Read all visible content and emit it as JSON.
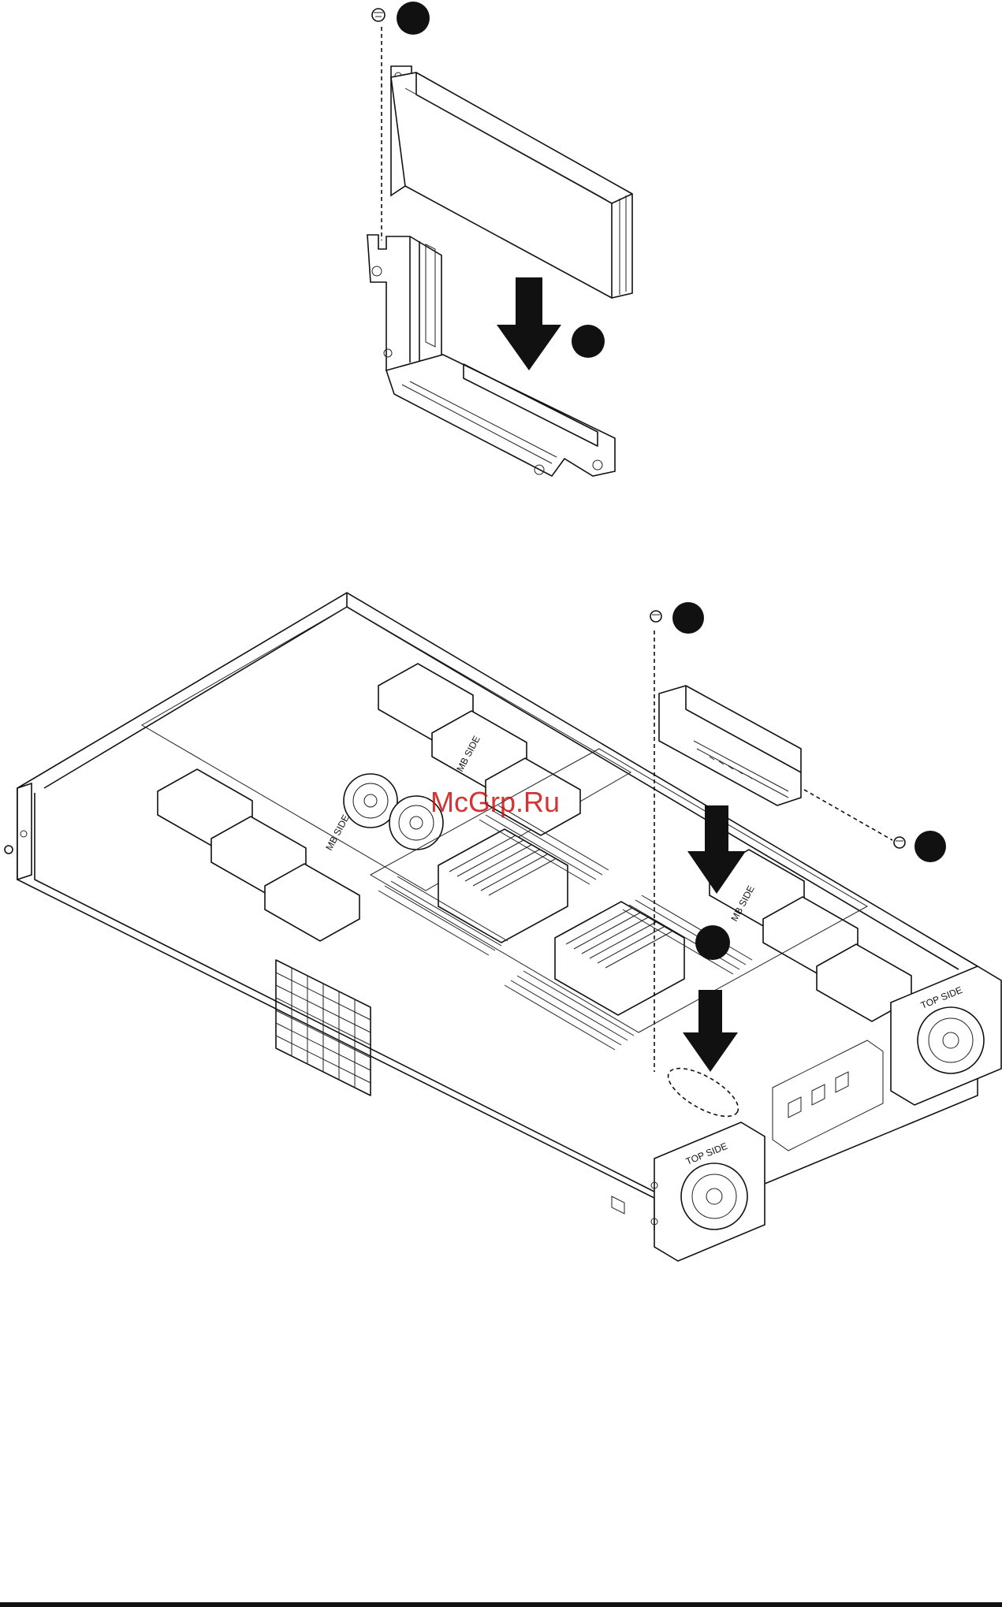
{
  "figure": {
    "watermark": "McGrp.Ru",
    "chassis_labels": {
      "top_side": "TOP SIDE",
      "mb_side": "MB SIDE"
    }
  },
  "colors": {
    "line": "#111111",
    "watermark": "#cc1111",
    "background": "#ffffff"
  },
  "icons": [
    "screw-icon",
    "callout-marker",
    "down-arrow-icon"
  ]
}
